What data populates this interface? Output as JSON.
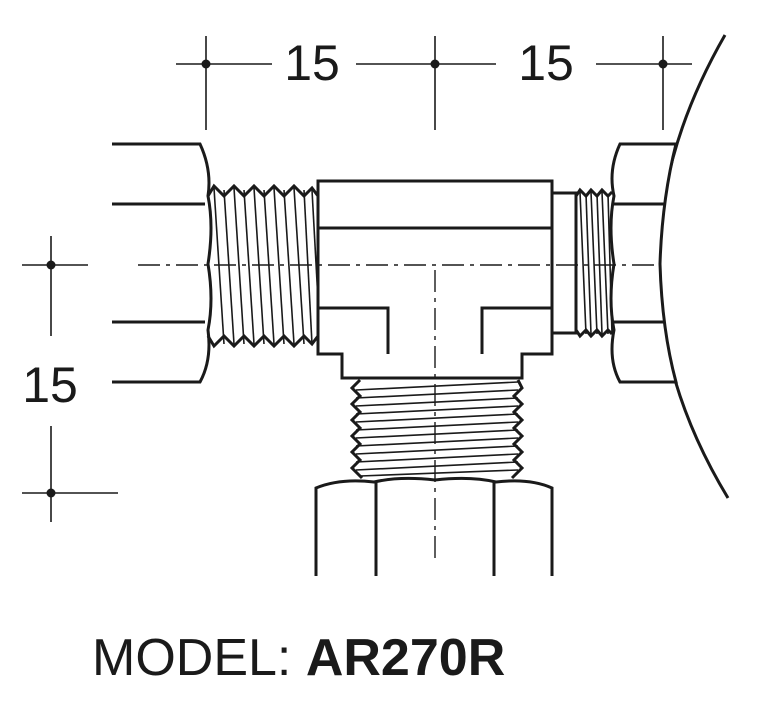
{
  "dimensions": {
    "top_left": "15",
    "top_right": "15",
    "left": "15"
  },
  "caption": {
    "prefix": "MODEL:",
    "model": "AR270R"
  }
}
